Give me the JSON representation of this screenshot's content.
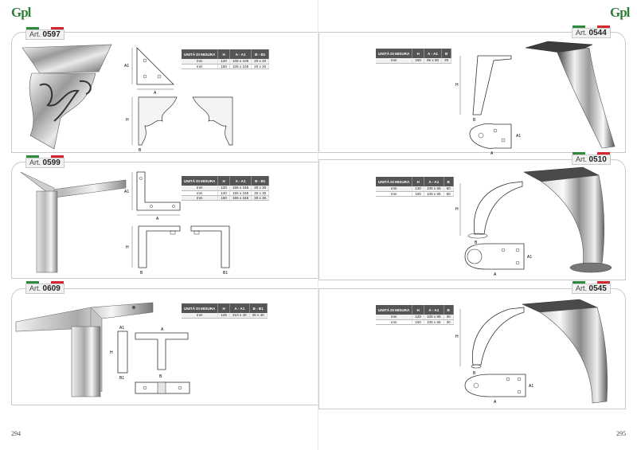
{
  "logo": "Gpl",
  "pages": {
    "left_number": "294",
    "right_number": "295"
  },
  "products": [
    {
      "id": "art-0597",
      "art_prefix": "Art.",
      "art_code": "0597",
      "headers": [
        "UNITÀ DI MISURA",
        "H",
        "A - A1",
        "B - B1"
      ],
      "rows": [
        [
          "mm",
          "120",
          "105 x 105",
          "20 x 20"
        ],
        [
          "mm",
          "150",
          "105 x 105",
          "20 x 20"
        ]
      ],
      "dim_labels": [
        "A1",
        "A",
        "H",
        "B"
      ]
    },
    {
      "id": "art-0599",
      "art_prefix": "Art.",
      "art_code": "0599",
      "headers": [
        "UNITÀ DI MISURA",
        "H",
        "A - A1",
        "B - B1"
      ],
      "rows": [
        [
          "mm",
          "120",
          "155 x 155",
          "30 x 30"
        ],
        [
          "mm",
          "140",
          "155 x 155",
          "30 x 30"
        ],
        [
          "mm",
          "160",
          "155 x 155",
          "30 x 30"
        ]
      ],
      "dim_labels": [
        "A1",
        "A",
        "H",
        "B",
        "B1"
      ]
    },
    {
      "id": "art-0609",
      "art_prefix": "Art.",
      "art_code": "0609",
      "headers": [
        "UNITÀ DI MISURA",
        "H",
        "A - A1",
        "B - B1"
      ],
      "rows": [
        [
          "mm",
          "125",
          "210 x 40",
          "25 x 40"
        ]
      ],
      "dim_labels": [
        "A1",
        "A",
        "H",
        "B1",
        "B"
      ]
    },
    {
      "id": "art-0544",
      "art_prefix": "Art.",
      "art_code": "0544",
      "headers": [
        "UNITÀ DI MISURA",
        "H",
        "A - A1",
        "B"
      ],
      "rows": [
        [
          "mm",
          "150",
          "95 x 60",
          "20"
        ]
      ],
      "dim_labels": [
        "H",
        "B",
        "A1",
        "A"
      ]
    },
    {
      "id": "art-0510",
      "art_prefix": "Art.",
      "art_code": "0510",
      "headers": [
        "UNITÀ DI MISURA",
        "H",
        "A - A1",
        "B"
      ],
      "rows": [
        [
          "mm",
          "130",
          "105 x 65",
          "60"
        ],
        [
          "mm",
          "160",
          "105 x 65",
          "60"
        ]
      ],
      "dim_labels": [
        "H",
        "B",
        "A1",
        "A"
      ]
    },
    {
      "id": "art-0545",
      "art_prefix": "Art.",
      "art_code": "0545",
      "headers": [
        "UNITÀ DI MISURA",
        "H",
        "A - A1",
        "B"
      ],
      "rows": [
        [
          "mm",
          "120",
          "105 x 65",
          "30"
        ],
        [
          "mm",
          "150",
          "105 x 65",
          "30"
        ]
      ],
      "dim_labels": [
        "H",
        "B",
        "A1",
        "A"
      ]
    }
  ]
}
